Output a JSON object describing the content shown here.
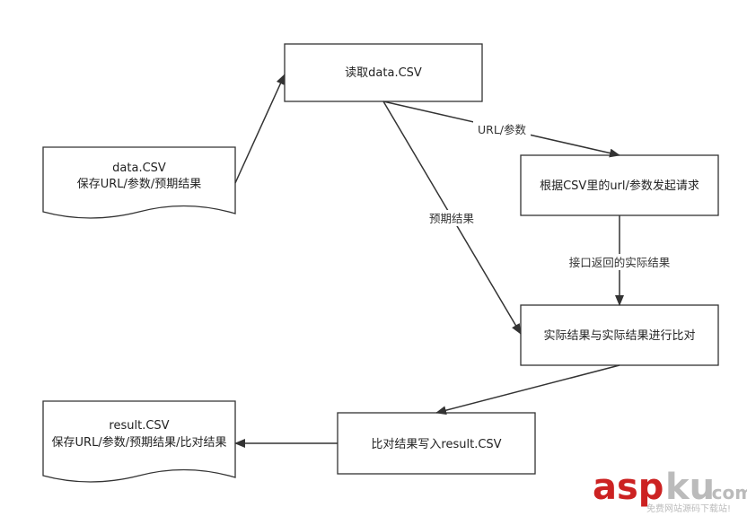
{
  "nodes": {
    "data_csv_doc": {
      "line1": "data.CSV",
      "line2": "保存URL/参数/预期结果"
    },
    "read_data": {
      "label": "读取data.CSV"
    },
    "send_request": {
      "label": "根据CSV里的url/参数发起请求"
    },
    "compare": {
      "label": "实际结果与实际结果进行比对"
    },
    "write_result": {
      "label": "比对结果写入result.CSV"
    },
    "result_csv_doc": {
      "line1": "result.CSV",
      "line2": "保存URL/参数/预期结果/比对结果"
    }
  },
  "edges": {
    "url_params": "URL/参数",
    "expected_result": "预期结果",
    "api_actual_result": "接口返回的实际结果"
  },
  "watermark": {
    "brand_asp": "asp",
    "brand_ku": "ku",
    "brand_com": ".com",
    "tagline": "免费网站源码下载站!"
  },
  "colors": {
    "stroke": "#333333",
    "fill": "#ffffff",
    "watermark_red": "#cc2222",
    "watermark_gray": "#bbbbbb"
  }
}
